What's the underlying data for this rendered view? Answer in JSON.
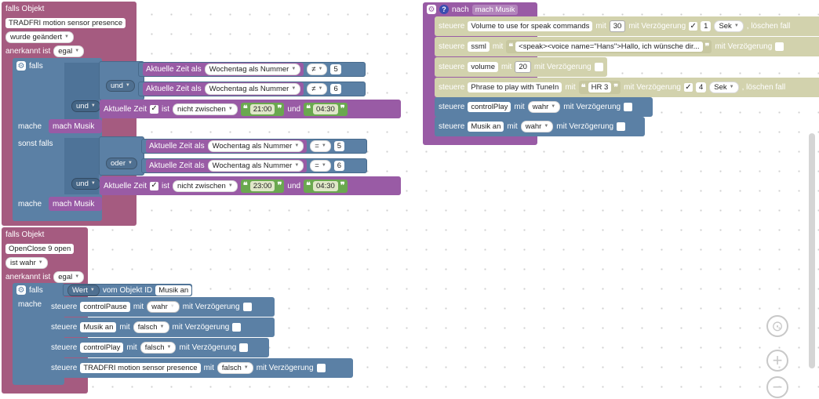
{
  "group1": {
    "header": "falls Objekt",
    "object": "TRADFRI motion sensor  presence",
    "trigger": "wurde geändert",
    "ack_label": "anerkannt ist",
    "ack_value": "egal",
    "falls": "falls",
    "und": "und",
    "oder": "oder",
    "mache": "mache",
    "sonst_falls": "sonst falls",
    "time_label": "Aktuelle Zeit als",
    "weekday": "Wochentag als Nummer",
    "neq": "≠",
    "eq": "=",
    "n5": "5",
    "n6": "6",
    "time_plain": "Aktuelle Zeit",
    "ist": "ist",
    "not_between": "nicht zwischen",
    "t1a": "21:00",
    "t1b": "04:30",
    "t2a": "23:00",
    "t2b": "04:30",
    "call": "mach Musik"
  },
  "group2": {
    "header": "falls Objekt",
    "object": "OpenClose 9 open",
    "trigger": "ist wahr",
    "ack_label": "anerkannt ist",
    "ack_value": "egal",
    "falls": "falls",
    "wert": "Wert",
    "vom_objekt": "vom Objekt ID",
    "obj_id": "Musik an",
    "mache": "mache",
    "steuere": "steuere",
    "mit": "mit",
    "delay": "mit Verzögerung",
    "rows": [
      {
        "obj": "controlPause",
        "val": "wahr"
      },
      {
        "obj": "Musik an",
        "val": "falsch"
      },
      {
        "obj": "controlPlay",
        "val": "falsch"
      },
      {
        "obj": "TRADFRI motion sensor  presence",
        "val": "falsch"
      }
    ]
  },
  "func": {
    "nach": "nach",
    "name": "mach Musik",
    "help": "?",
    "steuere": "steuere",
    "mit": "mit",
    "delay": "mit Verzögerung",
    "sek": "Sek",
    "loeschen": ", löschen fall",
    "r1_obj": "Volume to use for speak commands",
    "r1_val": "30",
    "r1_n": "1",
    "r2_obj": "ssml",
    "r2_val": "<speak><voice name=\"Hans\">Hallo, ich wünsche dir...",
    "r3_obj": "volume",
    "r3_val": "20",
    "r4_obj": "Phrase to play with TuneIn",
    "r4_val": "HR 3",
    "r4_n": "4",
    "r5_obj": "controlPlay",
    "r5_val": "wahr",
    "r6_obj": "Musik an",
    "r6_val": "wahr"
  },
  "controls": {
    "center_icon": "⊙",
    "zoom_in": "+",
    "zoom_out": "−"
  },
  "colors": {
    "event": "#a55b80",
    "logic": "#5b80a5",
    "procedure": "#995ba5",
    "control": "#d2d2ad"
  }
}
